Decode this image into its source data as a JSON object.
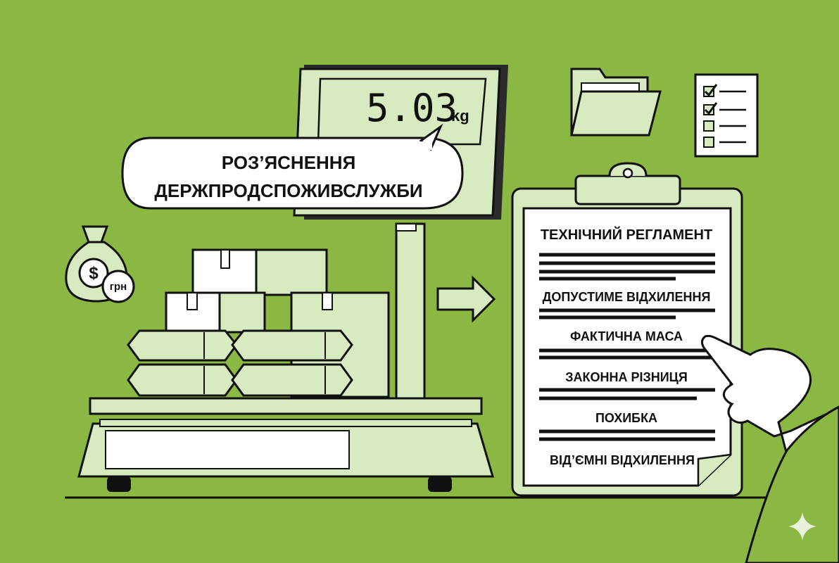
{
  "scale_display": {
    "value": "5.03",
    "unit": "kg"
  },
  "speech_bubble": {
    "line1": "РОЗ’ЯСНЕННЯ",
    "line2": "ДЕРЖПРОДСПОЖИВСЛУЖБИ"
  },
  "money_bag": {
    "symbol": "$",
    "currency": "грн"
  },
  "clipboard": {
    "title": "ТЕХНІЧНИЙ РЕГЛАМЕНТ",
    "items": [
      "ДОПУСТИМЕ ВІДХИЛЕННЯ",
      "ФАКТИЧНА МАСА",
      "ЗАКОННА РІЗНИЦЯ",
      "ПОХИБКА",
      "ВІД’ЄМНІ ВІДХИЛЕННЯ"
    ]
  },
  "checklist": {
    "rows": [
      {
        "checked": true
      },
      {
        "checked": true
      },
      {
        "checked": false
      },
      {
        "checked": false
      }
    ]
  },
  "icons": [
    "money-bag-icon",
    "folder-icon",
    "checklist-icon",
    "arrow-right-icon",
    "pointing-hand-icon",
    "sparkle-icon"
  ],
  "colors": {
    "background": "#8ab843",
    "light_green": "#d8eac0",
    "outline": "#111111",
    "paper": "#ffffff"
  }
}
